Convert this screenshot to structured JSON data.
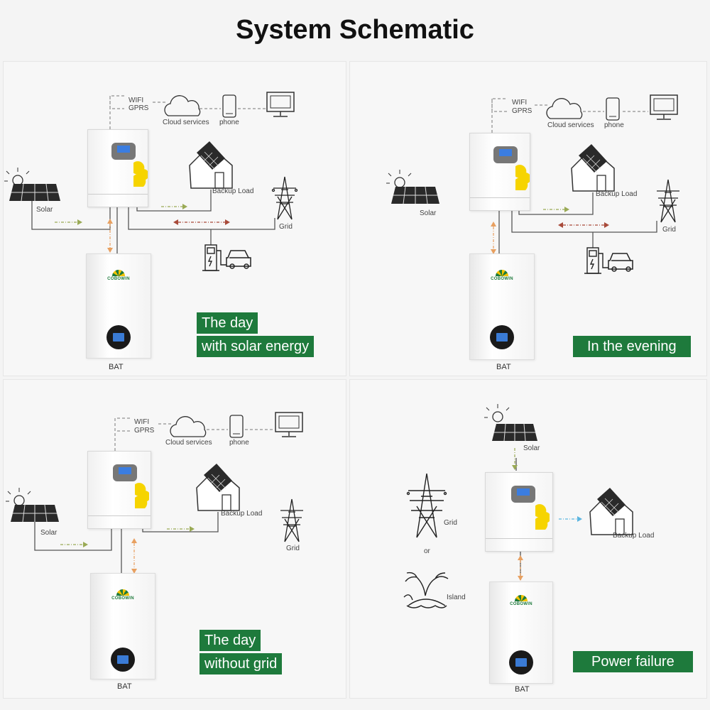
{
  "title": "System Schematic",
  "panels": [
    {
      "labels": {
        "wifi": "WIFI",
        "gprs": "GPRS",
        "cloud": "Cloud services",
        "phone": "phone",
        "solar": "Solar",
        "backup_load": "Backup Load",
        "grid": "Grid",
        "bat": "BAT",
        "brand": "COBOWIN"
      },
      "caption_lines": [
        "The day",
        "with solar energy"
      ]
    },
    {
      "labels": {
        "wifi": "WIFI",
        "gprs": "GPRS",
        "cloud": "Cloud services",
        "phone": "phone",
        "solar": "Solar",
        "backup_load": "Backup Load",
        "grid": "Grid",
        "bat": "BAT",
        "brand": "COBOWIN"
      },
      "caption_lines": [
        "In the evening"
      ]
    },
    {
      "labels": {
        "wifi": "WIFI",
        "gprs": "GPRS",
        "cloud": "Cloud services",
        "phone": "phone",
        "solar": "Solar",
        "backup_load": "Backup Load",
        "grid": "Grid",
        "bat": "BAT",
        "brand": "COBOWIN"
      },
      "caption_lines": [
        "The day",
        "without grid"
      ]
    },
    {
      "labels": {
        "solar": "Solar",
        "grid": "Grid",
        "or": "or",
        "island": "Island",
        "backup_load": "Backup Load",
        "bat": "BAT",
        "brand": "COBOWIN"
      },
      "caption_lines": [
        "Power failure"
      ]
    }
  ],
  "colors": {
    "caption_bg": "#1e7a3c",
    "solar_flow": "#9aaa55",
    "battery_flow": "#e8a060",
    "grid_flow": "#a84a3a",
    "load_flow": "#5bb5e0",
    "line": "#555555"
  }
}
